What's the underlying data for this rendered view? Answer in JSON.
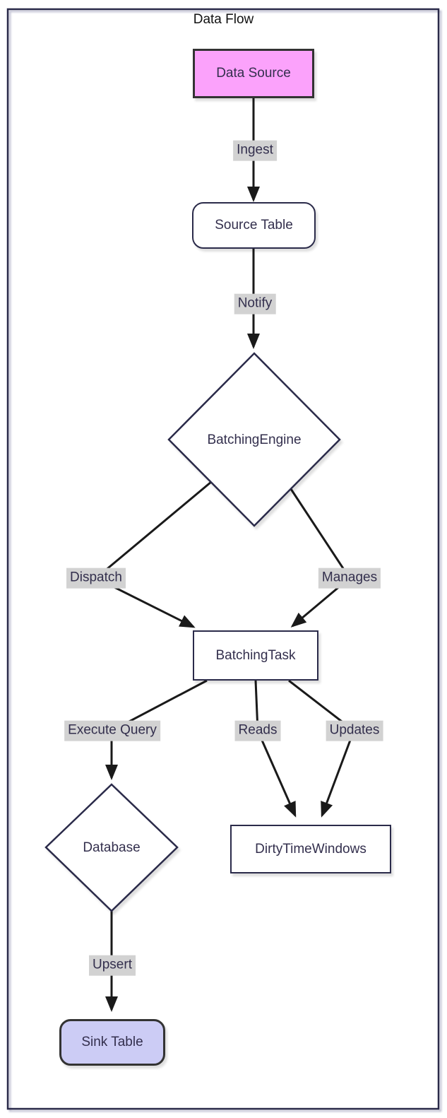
{
  "title": "Data Flow",
  "diagram_type": "flowchart",
  "nodes": {
    "data_source": {
      "label": "Data Source",
      "shape": "rectangle",
      "fill": "#fba2fb",
      "border": "#333333"
    },
    "source_table": {
      "label": "Source Table",
      "shape": "rounded",
      "fill": "#ffffff",
      "border": "#2b2b4a"
    },
    "batching_engine": {
      "label": "BatchingEngine",
      "shape": "diamond",
      "fill": "#ffffff",
      "border": "#2b2b4a"
    },
    "batching_task": {
      "label": "BatchingTask",
      "shape": "rectangle",
      "fill": "#ffffff",
      "border": "#2b2b4a"
    },
    "database": {
      "label": "Database",
      "shape": "diamond",
      "fill": "#ffffff",
      "border": "#2b2b4a"
    },
    "dirty_time_windows": {
      "label": "DirtyTimeWindows",
      "shape": "rectangle",
      "fill": "#ffffff",
      "border": "#2b2b4a"
    },
    "sink_table": {
      "label": "Sink Table",
      "shape": "rounded",
      "fill": "#ccccf5",
      "border": "#333333"
    }
  },
  "edges": {
    "ingest": {
      "label": "Ingest",
      "from": "Data Source",
      "to": "Source Table"
    },
    "notify": {
      "label": "Notify",
      "from": "Source Table",
      "to": "BatchingEngine"
    },
    "dispatch": {
      "label": "Dispatch",
      "from": "BatchingEngine",
      "to": "BatchingTask"
    },
    "manages": {
      "label": "Manages",
      "from": "BatchingEngine",
      "to": "BatchingTask"
    },
    "execute_query": {
      "label": "Execute Query",
      "from": "BatchingTask",
      "to": "Database"
    },
    "reads": {
      "label": "Reads",
      "from": "BatchingTask",
      "to": "DirtyTimeWindows"
    },
    "updates": {
      "label": "Updates",
      "from": "BatchingTask",
      "to": "DirtyTimeWindows"
    },
    "upsert": {
      "label": "Upsert",
      "from": "Database",
      "to": "Sink Table"
    }
  },
  "colors": {
    "edge_line": "#1a1a1a",
    "edge_label_background": "#d2d2d2",
    "node_text": "#332f4d",
    "panel_border": "#2b2b4a"
  }
}
